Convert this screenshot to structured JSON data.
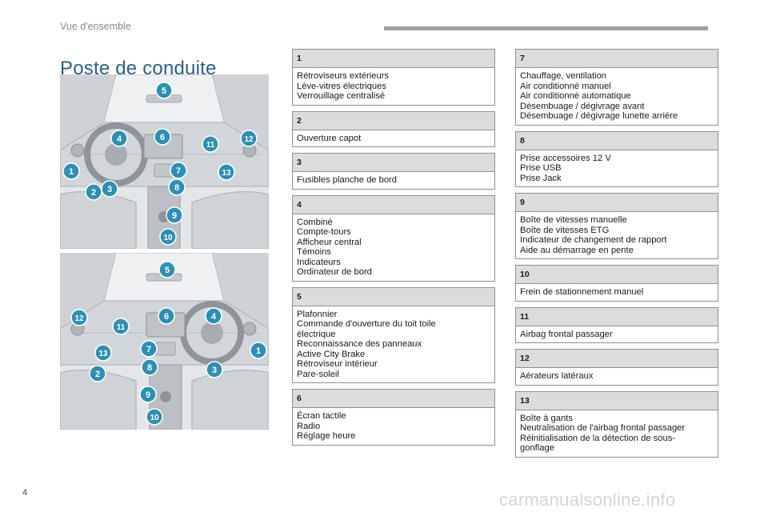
{
  "header": {
    "section": "Vue d'ensemble"
  },
  "title": "Poste de conduite",
  "page_number": "4",
  "watermark": "carmanualsonline.info",
  "accent_color": "#2b5f8a",
  "callout_color": "#2e8fb4",
  "figures": [
    {
      "callouts": [
        "1",
        "2",
        "3",
        "4",
        "5",
        "6",
        "7",
        "8",
        "9",
        "10",
        "11",
        "12",
        "13"
      ]
    },
    {
      "callouts": [
        "1",
        "2",
        "3",
        "4",
        "5",
        "6",
        "7",
        "8",
        "9",
        "10",
        "11",
        "12",
        "13"
      ]
    }
  ],
  "items": [
    {
      "number": "1",
      "lines": [
        "Rétroviseurs extérieurs",
        "Lève-vitres électriques",
        "Verrouillage centralisé"
      ]
    },
    {
      "number": "2",
      "lines": [
        "Ouverture capot"
      ]
    },
    {
      "number": "3",
      "lines": [
        "Fusibles planche de bord"
      ]
    },
    {
      "number": "4",
      "lines": [
        "Combiné",
        "Compte-tours",
        "Afficheur central",
        "Témoins",
        "Indicateurs",
        "Ordinateur de bord"
      ]
    },
    {
      "number": "5",
      "lines": [
        "Plafonnier",
        "Commande d'ouverture du toit toile",
        "électrique",
        "Reconnaissance des panneaux",
        "Active City Brake",
        "Rétroviseur intérieur",
        "Pare-soleil"
      ]
    },
    {
      "number": "6",
      "lines": [
        "Écran tactile",
        "Radio",
        "Réglage heure"
      ]
    },
    {
      "number": "7",
      "lines": [
        "Chauffage, ventilation",
        "Air conditionné manuel",
        "Air conditionné automatique",
        "Désembuage / dégivrage avant",
        "Désembuage / dégivrage lunette arrière"
      ]
    },
    {
      "number": "8",
      "lines": [
        "Prise accessoires 12 V",
        "Prise USB",
        "Prise Jack"
      ]
    },
    {
      "number": "9",
      "lines": [
        "Boîte de vitesses manuelle",
        "Boîte de vitesses ETG",
        "Indicateur de changement de rapport",
        "Aide au démarrage en pente"
      ]
    },
    {
      "number": "10",
      "lines": [
        "Frein de stationnement manuel"
      ]
    },
    {
      "number": "11",
      "lines": [
        "Airbag frontal passager"
      ]
    },
    {
      "number": "12",
      "lines": [
        "Aérateurs latéraux"
      ]
    },
    {
      "number": "13",
      "lines": [
        "Boîte à gants",
        "Neutralisation de l'airbag frontal passager",
        "Réinitialisation de la détection de sous-",
        "gonflage"
      ]
    }
  ]
}
